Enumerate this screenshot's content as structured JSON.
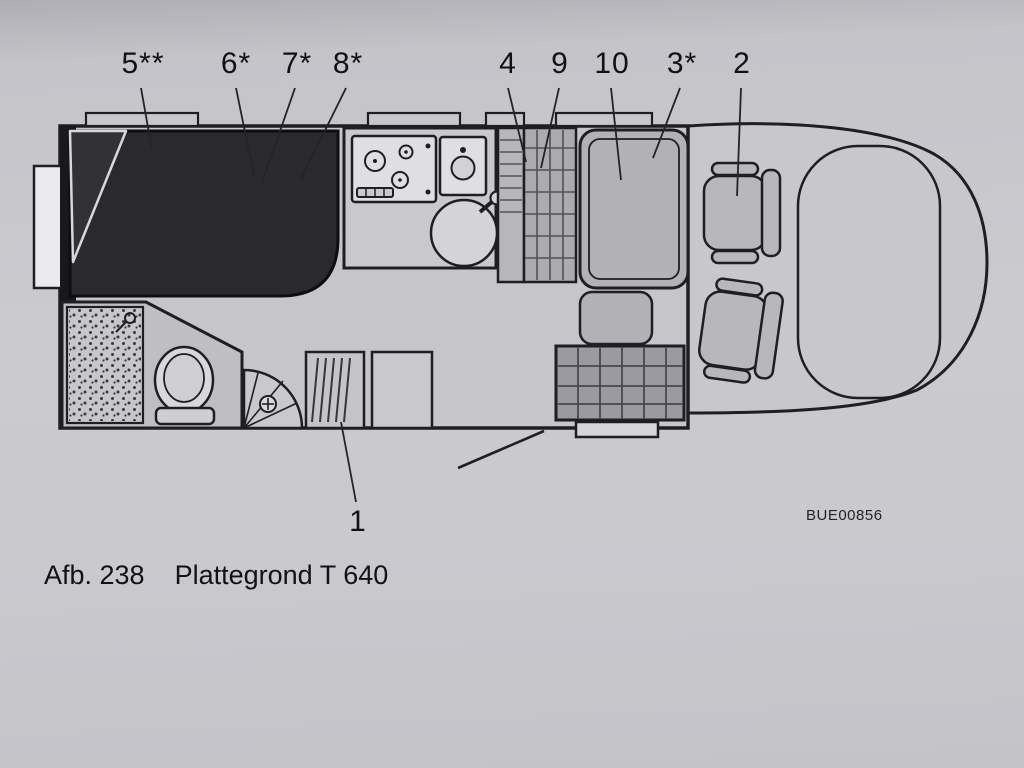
{
  "figure": {
    "caption_prefix": "Afb. 238",
    "caption_title": "Plattegrond T 640",
    "image_code": "BUE00856"
  },
  "callouts": [
    {
      "id": "5",
      "label": "5**"
    },
    {
      "id": "6",
      "label": "6*"
    },
    {
      "id": "7",
      "label": "7*"
    },
    {
      "id": "8",
      "label": "8*"
    },
    {
      "id": "4",
      "label": "4"
    },
    {
      "id": "9",
      "label": "9"
    },
    {
      "id": "10",
      "label": "10"
    },
    {
      "id": "3",
      "label": "3*"
    },
    {
      "id": "2",
      "label": "2"
    },
    {
      "id": "1",
      "label": "1"
    }
  ],
  "colors": {
    "paper": "#c7c7cc",
    "ink": "#1f1f23",
    "bed_fill": "#2a2a2d"
  }
}
